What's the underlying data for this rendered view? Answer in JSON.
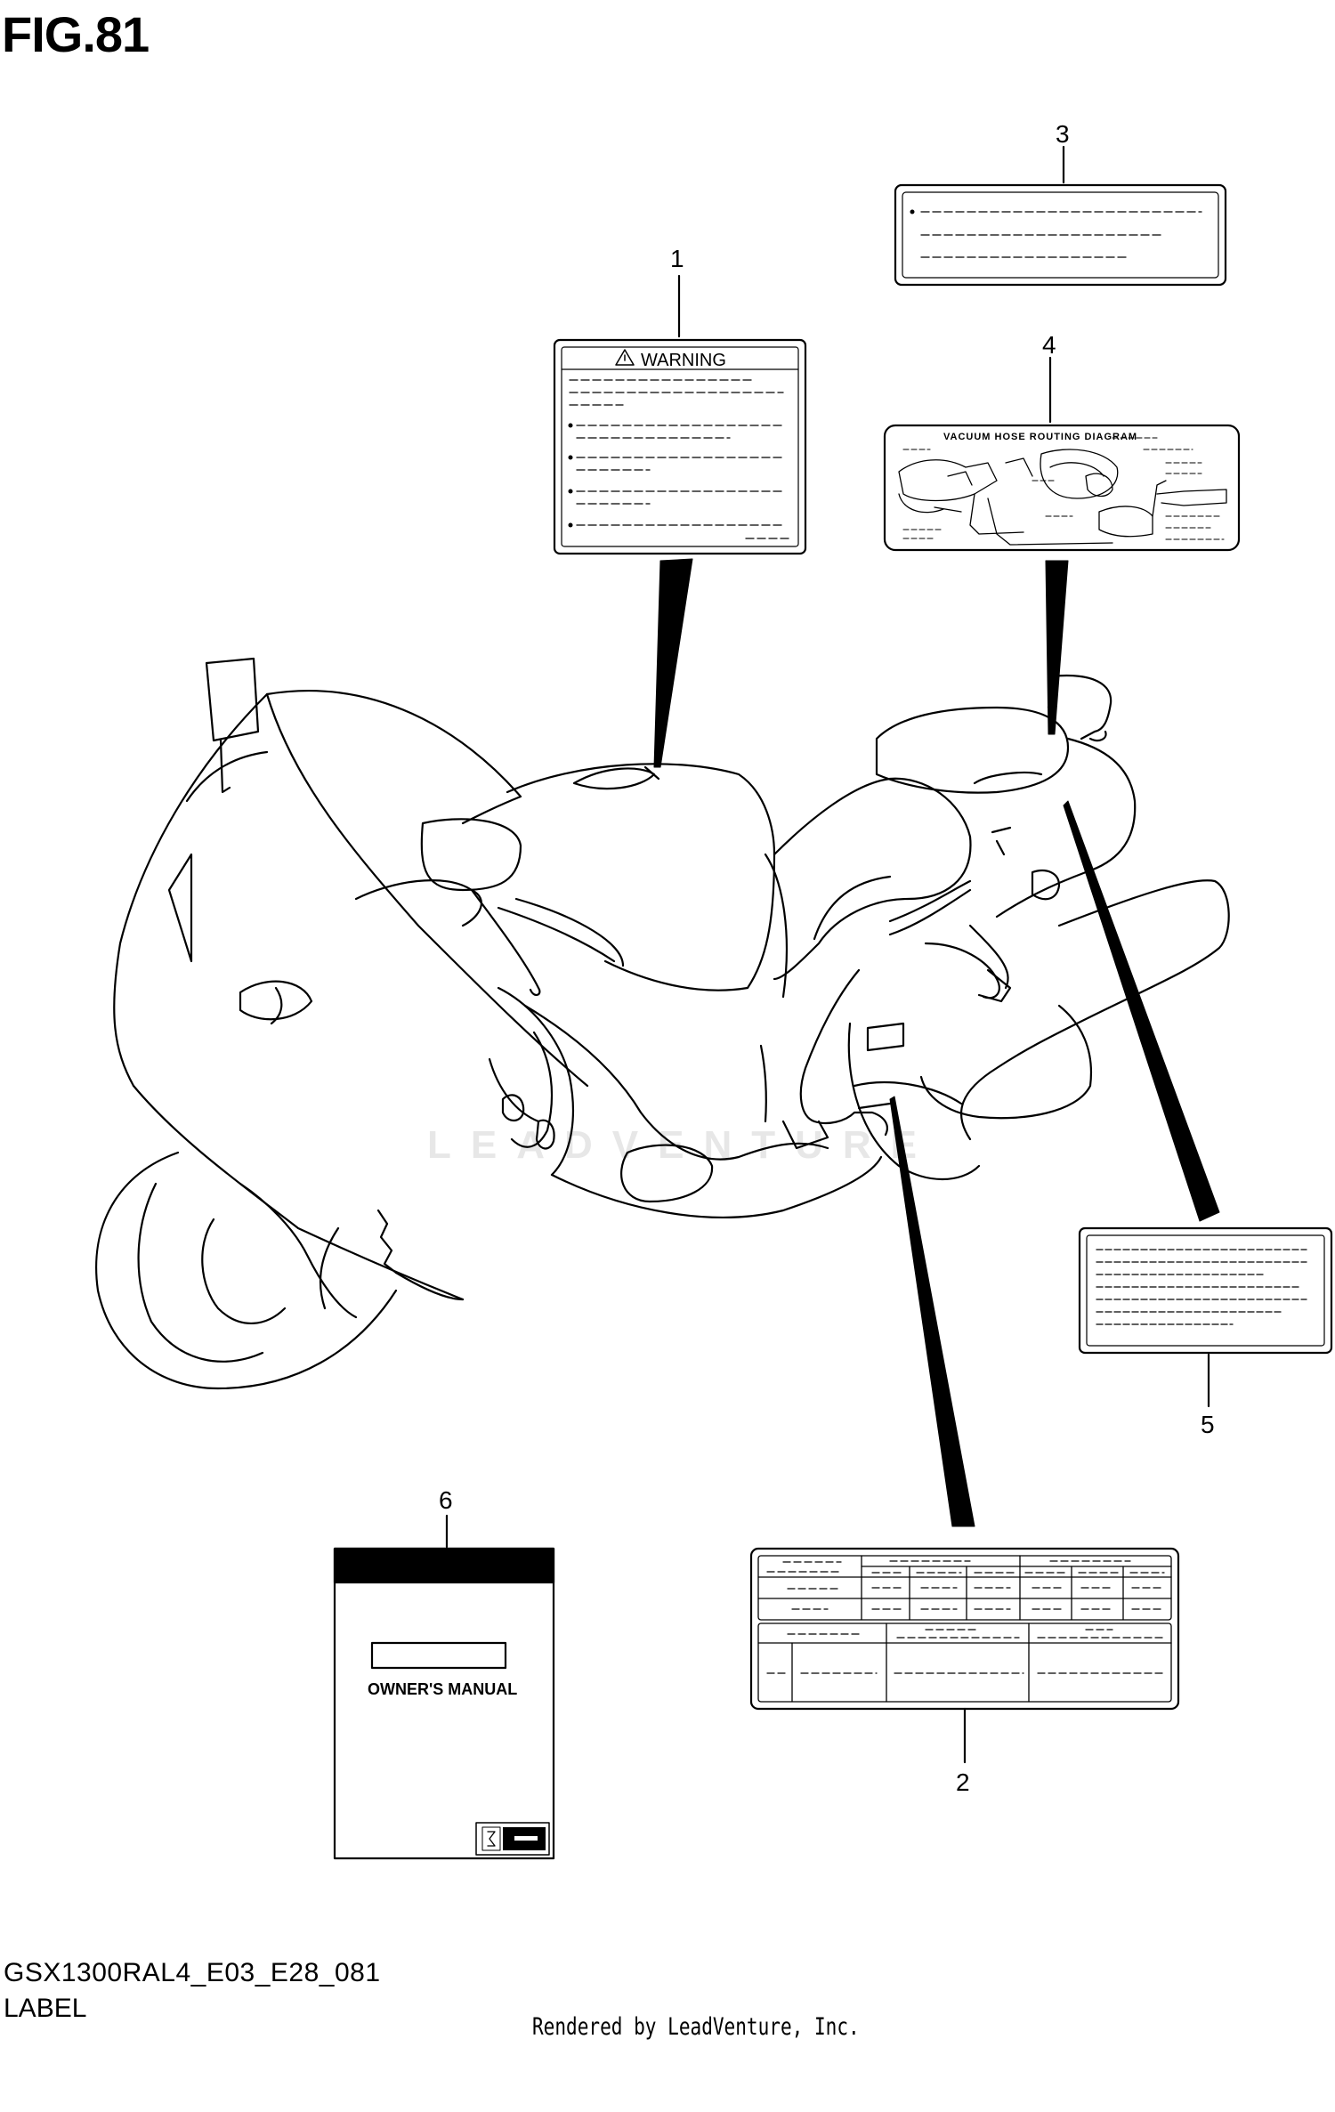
{
  "figure": {
    "title": "FIG.81",
    "model_code": "GSX1300RAL4_E03_E28_081",
    "section": "LABEL",
    "credit": "Rendered by LeadVenture, Inc.",
    "watermark": "LEADVENTURE"
  },
  "callouts": [
    "1",
    "2",
    "3",
    "4",
    "5",
    "6"
  ],
  "labels": {
    "warning_title": "WARNING",
    "vacuum_title": "VACUUM HOSE ROUTING DIAGRAM",
    "manual_title": "OWNER'S MANUAL"
  }
}
